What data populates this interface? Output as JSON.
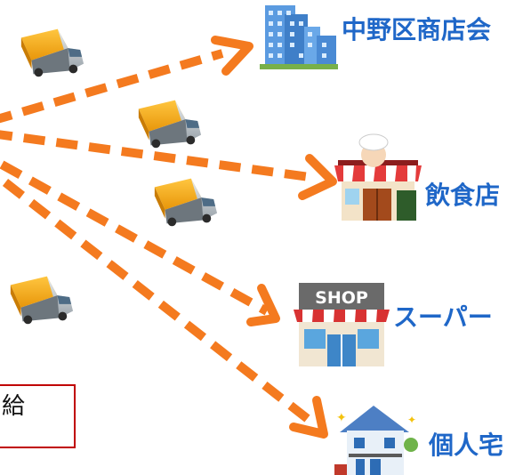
{
  "colors": {
    "arrow": "#f47a1f",
    "label": "#1f67c8",
    "box_border": "#c00000"
  },
  "destinations": [
    {
      "label": "中野区商店会",
      "icon": "office-building-icon"
    },
    {
      "label": "飲食店",
      "icon": "restaurant-icon"
    },
    {
      "label": "スーパー",
      "icon": "supermarket-shop-icon"
    },
    {
      "label": "個人宅",
      "icon": "house-icon"
    }
  ],
  "trucks": {
    "icon": "delivery-truck-icon",
    "count": 4
  },
  "supply_box": {
    "text": "給"
  }
}
